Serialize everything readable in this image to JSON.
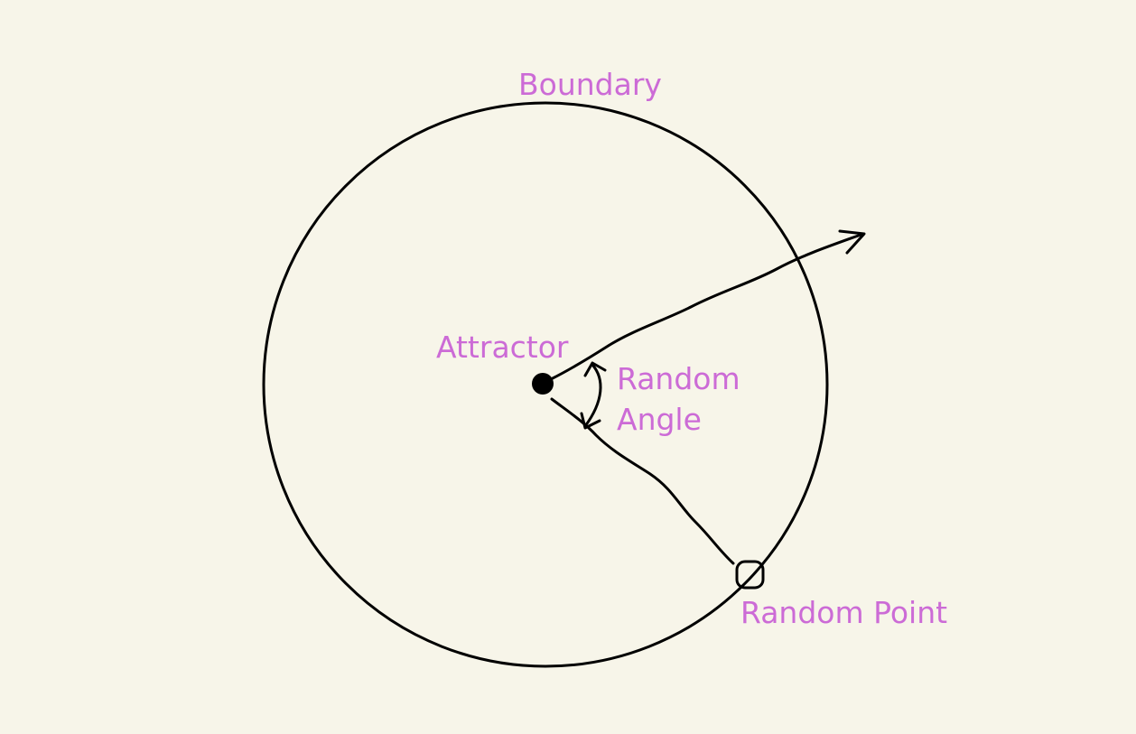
{
  "labels": {
    "boundary": "Boundary",
    "attractor": "Attractor",
    "random_angle_line1": "Random",
    "random_angle_line2": "Angle",
    "random_point": "Random Point"
  },
  "colors": {
    "background": "#f7f5e9",
    "label": "#cc6bd6",
    "stroke": "#000000"
  }
}
